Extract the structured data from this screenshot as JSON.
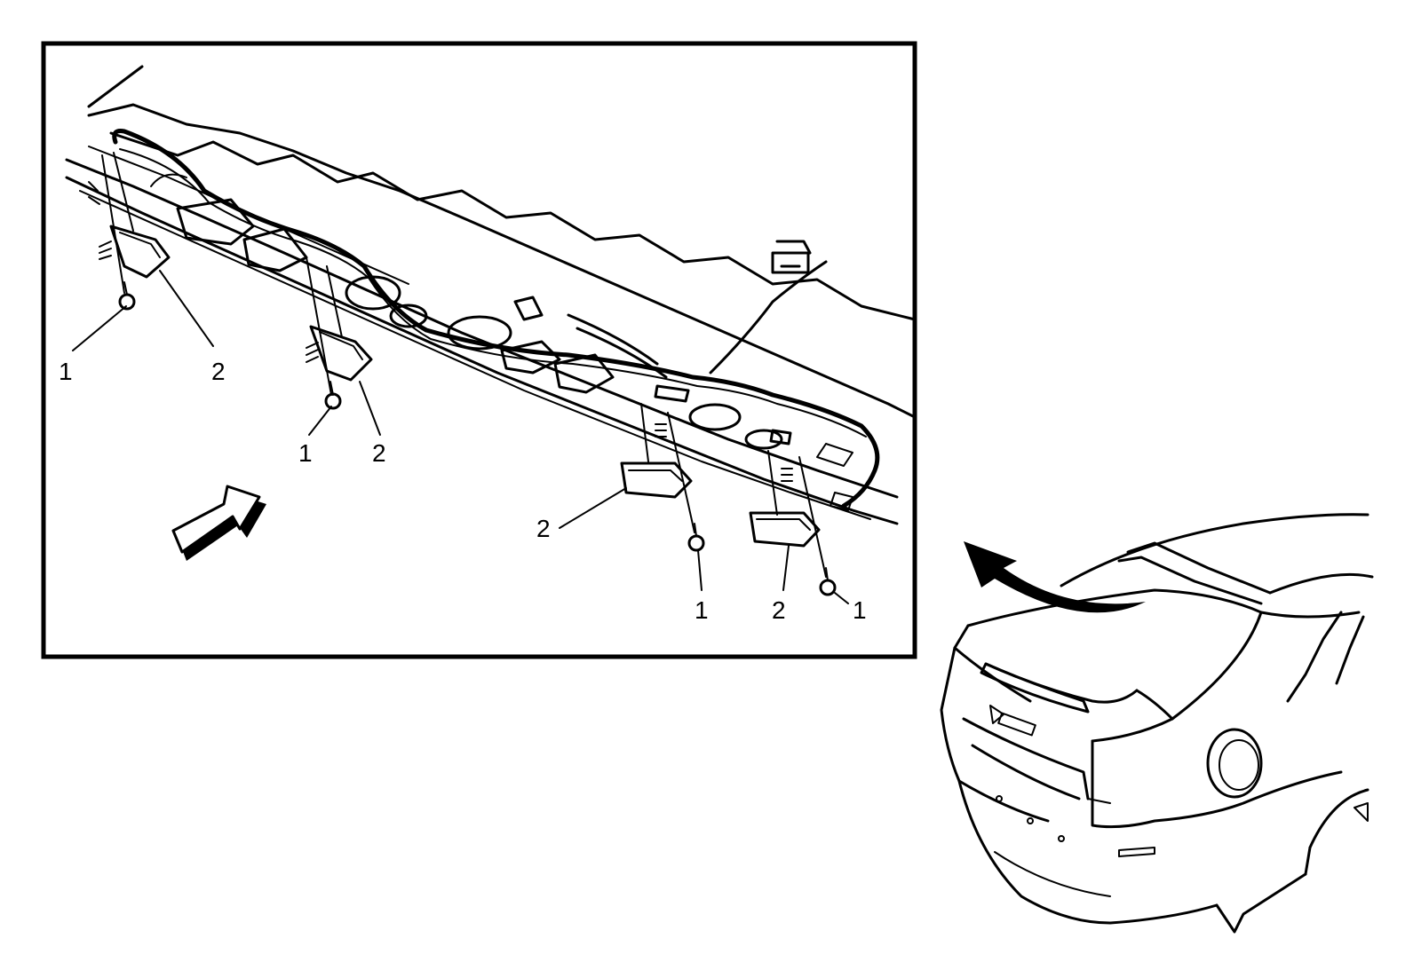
{
  "callouts": {
    "c1a": "1",
    "c2a": "2",
    "c1b": "1",
    "c2b": "2",
    "c2c": "2",
    "c1c": "1",
    "c2d": "2",
    "c1d": "1"
  },
  "colors": {
    "ink": "#000000",
    "paper": "#ffffff"
  },
  "icons": {
    "view_arrow": "view-direction-arrow-icon",
    "locator_arrow": "locator-arrow-icon"
  }
}
